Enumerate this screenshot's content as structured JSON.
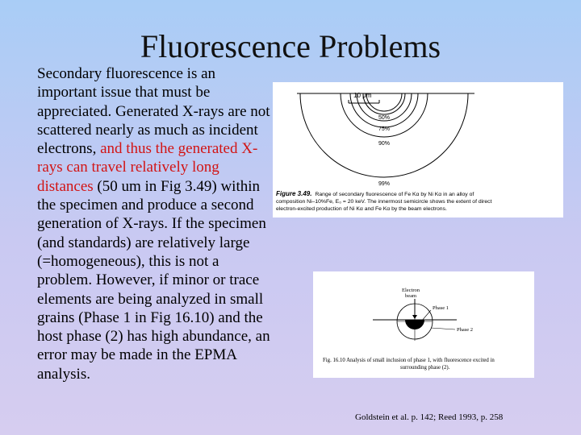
{
  "slide": {
    "title": "Fluorescence Problems",
    "body": {
      "part1": "Secondary fluorescence is an important issue that must be appreciated. Generated X-rays are not scattered nearly as much as incident electrons, ",
      "highlight": "and thus the generated X-rays can travel relatively long distances",
      "part2": " (50 um in Fig 3.49) within the specimen and produce a second generation of X-rays. If the specimen (and standards) are relatively large (=homogeneous), this is not a problem. However, if minor or trace elements are being analyzed in small grains (Phase 1 in Fig 16.10) and the host phase (2) has high abundance, an error may be made in the EPMA analysis."
    },
    "citation": "Goldstein et al. p. 142; Reed 1993, p. 258",
    "colors": {
      "highlight": "#d21414"
    }
  },
  "figure_349": {
    "scale_label": "10 μm",
    "contour_labels": [
      "50%",
      "75%",
      "90%",
      "99%"
    ],
    "caption_heading": "Figure 3.49.",
    "caption_lines": [
      "Range of secondary fluorescence of Fe Kα by Ni Kα in an alloy of",
      "composition Ni–10%Fe, E₀ = 20 keV. The innermost semicircle shows the extent of direct",
      "electron-excited production of Ni Kα and Fe Kα by the beam electrons."
    ]
  },
  "figure_1610": {
    "beam_label_line1": "Electron",
    "beam_label_line2": "beam",
    "phase1_label": "Phase 1",
    "phase2_label": "Phase 2",
    "caption_line1": "Fig. 16.10  Analysis of small inclusion of phase 1, with fluorescence excited in",
    "caption_line2": "surrounding phase (2)."
  }
}
